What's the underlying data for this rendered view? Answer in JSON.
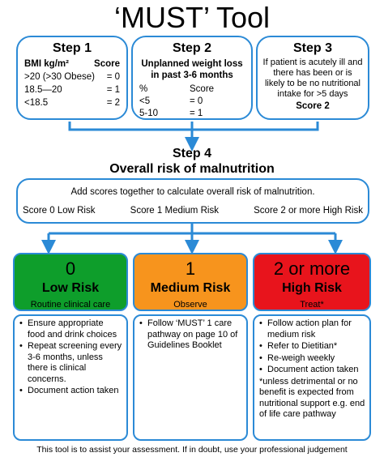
{
  "title": "‘MUST’ Tool",
  "step1": {
    "heading": "Step 1",
    "label": "BMI kg/m²",
    "score_label": "Score",
    "rows": [
      {
        "range": ">20 (>30 Obese)",
        "score": "= 0"
      },
      {
        "range": "18.5—20",
        "score": "= 1"
      },
      {
        "range": "<18.5",
        "score": "= 2"
      }
    ]
  },
  "step2": {
    "heading": "Step 2",
    "subheading": "Unplanned weight loss in past 3-6 months",
    "col_pct": "%",
    "col_score": "Score",
    "rows": [
      {
        "range": "<5",
        "score": "= 0"
      },
      {
        "range": "5-10",
        "score": "= 1"
      }
    ]
  },
  "step3": {
    "heading": "Step 3",
    "text": "If patient is acutely ill and there has been or is likely to be no nutritional intake for >5 days",
    "score": "Score 2"
  },
  "step4": {
    "heading": "Step 4",
    "subheading": "Overall risk of malnutrition",
    "instruction": "Add scores together to calculate overall risk of malnutrition.",
    "options": [
      "Score 0 Low Risk",
      "Score 1 Medium Risk",
      "Score 2 or more High Risk"
    ]
  },
  "risks": [
    {
      "score": "0",
      "name": "Low Risk",
      "action": "Routine clinical care",
      "color": "#0e9e2b"
    },
    {
      "score": "1",
      "name": "Medium Risk",
      "action": "Observe",
      "color": "#f7941d"
    },
    {
      "score": "2 or more",
      "name": "High Risk",
      "action": "Treat*",
      "color": "#e8141c"
    }
  ],
  "low_actions": [
    "Ensure appropriate food and drink choices",
    "Repeat screening every 3-6 months, unless there is clinical concerns.",
    "Document action taken"
  ],
  "medium_actions": [
    "Follow ‘MUST’ 1 care pathway on page 10 of Guidelines Booklet"
  ],
  "high_actions": [
    "Follow action plan for medium risk",
    "Refer to Dietitian*",
    "Re-weigh weekly",
    "Document action taken"
  ],
  "high_note": "*unless detrimental or no benefit is expected from nutritional support e.g. end of life care pathway",
  "footer": "This tool is to assist your assessment. If in doubt, use your professional judgement",
  "colors": {
    "border": "#2b8ad6",
    "arrow": "#2b8ad6"
  }
}
